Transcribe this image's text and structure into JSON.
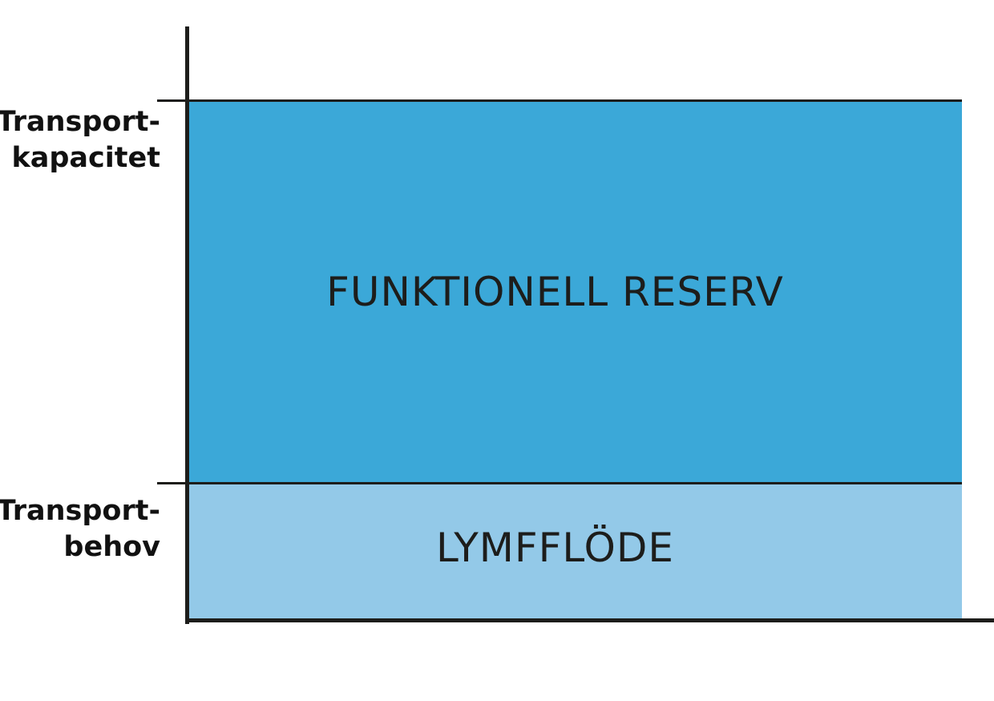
{
  "y_axis": {
    "capacity_label": [
      "Transport-",
      "kapacitet"
    ],
    "demand_label": [
      "Transport-",
      "behov"
    ]
  },
  "zones": {
    "reserve": {
      "label": "FUNKTIONELL RESERV",
      "color": "#3ba8d8"
    },
    "flow": {
      "label": "LYMFFLÖDE",
      "color": "#93c9e8"
    }
  },
  "colors": {
    "axis": "#1d1d1b",
    "text": "#1d1d1b"
  }
}
